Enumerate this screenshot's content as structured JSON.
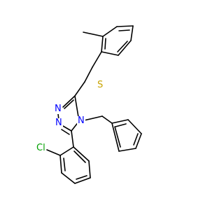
{
  "molecule": {
    "atom_labels": {
      "sulfur": "S",
      "n1": "N",
      "n2": "N",
      "n4": "N",
      "chlorine": "Cl"
    },
    "colors": {
      "bond": "#000000",
      "sulfur": "#c8a400",
      "nitrogen": "#0000ff",
      "chlorine": "#00a000"
    }
  }
}
